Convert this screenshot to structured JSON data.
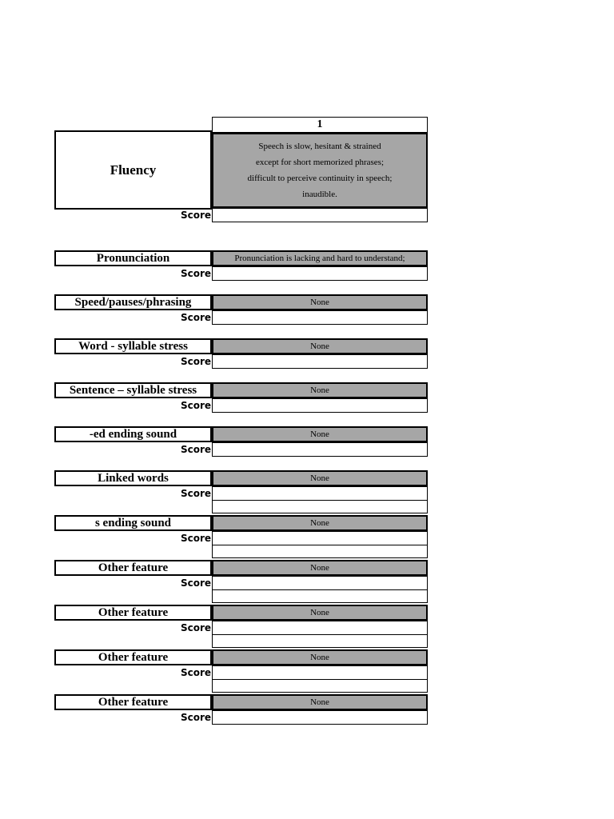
{
  "colors": {
    "background": "#ffffff",
    "border": "#000000",
    "cell_fill": "#a6a6a6"
  },
  "labels": {
    "score": "Score"
  },
  "header": {
    "column_label": "1"
  },
  "fluency": {
    "label": "Fluency",
    "description_lines": [
      "Speech is slow, hesitant & strained",
      "except for short memorized phrases;",
      "difficult to perceive continuity in speech;",
      "inaudible."
    ],
    "score_value": ""
  },
  "sections": [
    {
      "label": "Pronunciation",
      "value": "Pronunciation is lacking and hard to understand;",
      "score_value": "",
      "extra_row": false
    },
    {
      "label": "Speed/pauses/phrasing",
      "value": "None",
      "score_value": "",
      "extra_row": false
    },
    {
      "label": "Word - syllable stress",
      "value": "None",
      "score_value": "",
      "extra_row": false
    },
    {
      "label": "Sentence – syllable stress",
      "value": "None",
      "score_value": "",
      "extra_row": false
    },
    {
      "label": "-ed ending sound",
      "value": "None",
      "score_value": "",
      "extra_row": false
    },
    {
      "label": "Linked words",
      "value": "None",
      "score_value": "",
      "extra_row": true
    },
    {
      "label": "s ending sound",
      "value": "None",
      "score_value": "",
      "extra_row": true
    },
    {
      "label": "Other feature",
      "value": "None",
      "score_value": "",
      "extra_row": true
    },
    {
      "label": "Other feature",
      "value": "None",
      "score_value": "",
      "extra_row": true
    },
    {
      "label": "Other feature",
      "value": "None",
      "score_value": "",
      "extra_row": true
    },
    {
      "label": "Other feature",
      "value": "None",
      "score_value": "",
      "extra_row": false
    }
  ]
}
